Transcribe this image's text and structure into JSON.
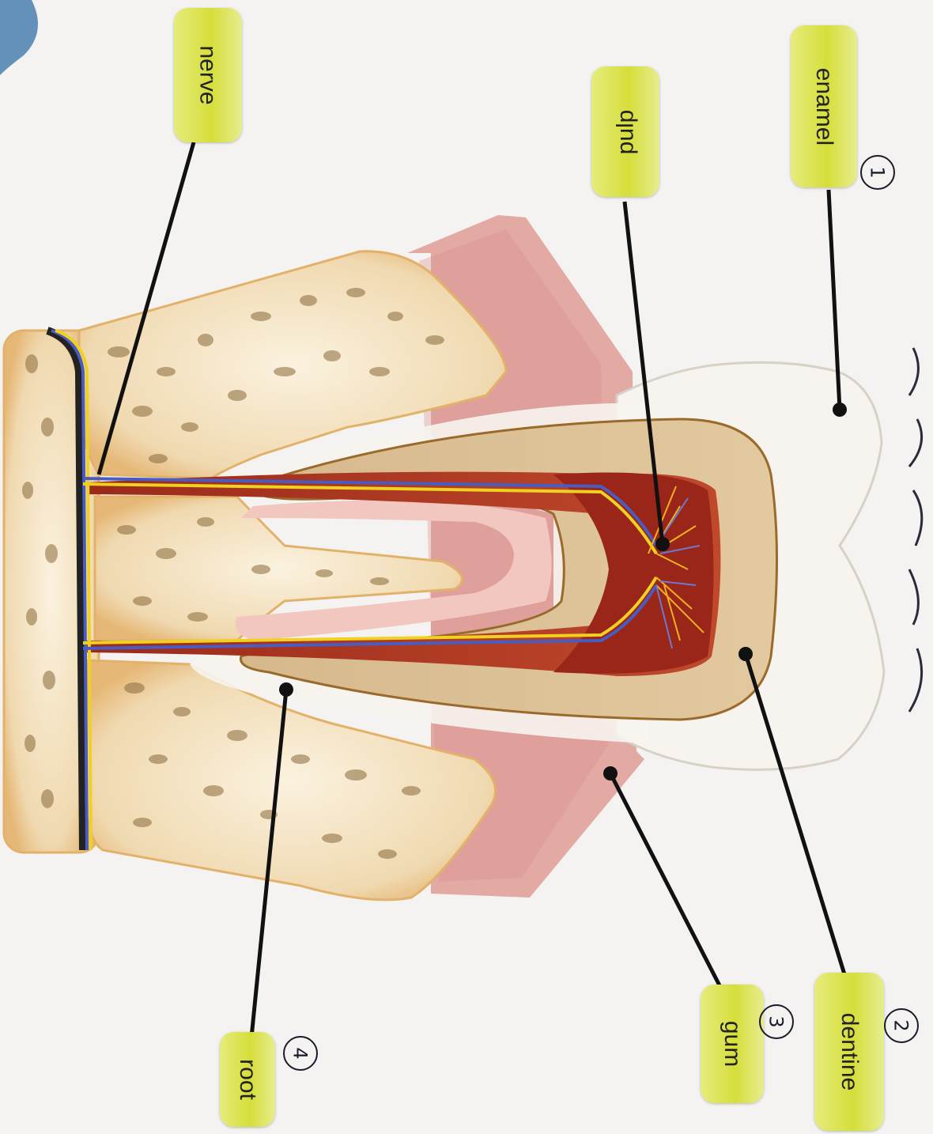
{
  "labels": {
    "enamel": "enamel",
    "pulp": "pulp",
    "nerve": "nerve",
    "dentine": "dentine",
    "gum": "gum",
    "root": "root"
  },
  "numbers": {
    "enamel": "1",
    "dentine": "2",
    "gum": "3",
    "root": "4"
  },
  "colors": {
    "label_fill": "#dbe24a",
    "enamel": "#f7f4ef",
    "dentine": "#d9b98a",
    "pulp": "#a8321f",
    "gum": "#e3a9a3",
    "bone": "#f1dcb5",
    "nerve_blue": "#4a5cc0",
    "nerve_yellow": "#f0d020"
  }
}
